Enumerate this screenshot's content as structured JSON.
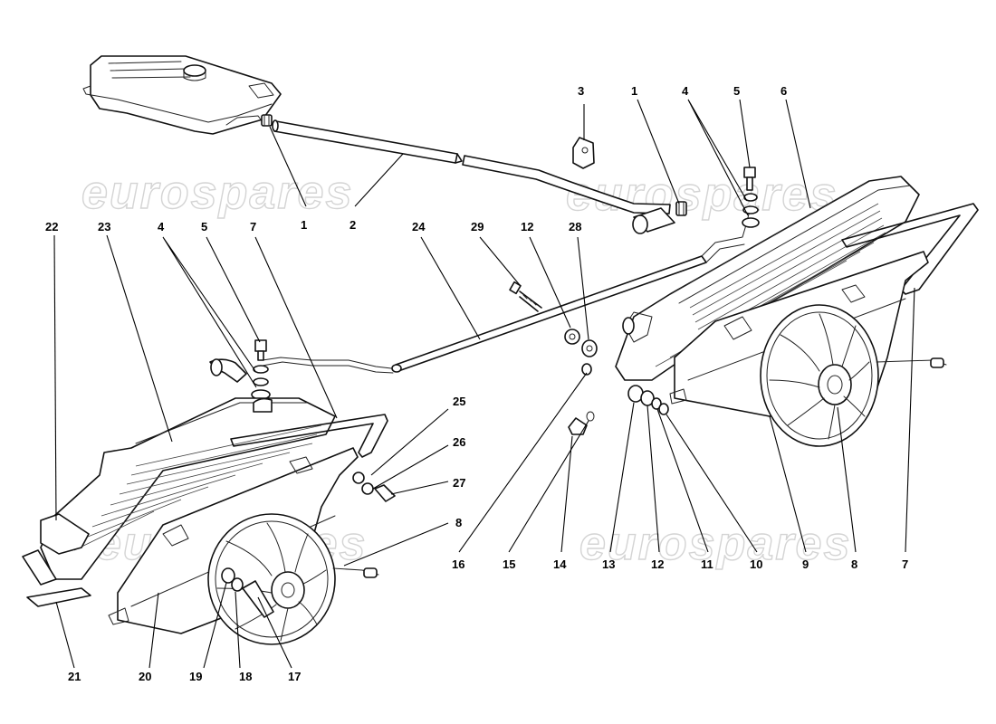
{
  "watermark": {
    "text_top_left": "eurospares",
    "text_top_right": "eurospares",
    "text_bottom_left": "eurospares",
    "text_bottom_right": "eurospares"
  },
  "callouts": {
    "tl_1": "1",
    "tl_2": "2",
    "tr_3": "3",
    "tr_1": "1",
    "tr_4": "4",
    "tr_5": "5",
    "tr_6": "6",
    "l_22": "22",
    "l_23": "23",
    "l_4": "4",
    "l_5": "5",
    "l_7": "7",
    "m_24": "24",
    "m_29": "29",
    "m_12": "12",
    "m_28": "28",
    "m_25": "25",
    "m_26": "26",
    "m_27": "27",
    "m_8": "8",
    "b_21": "21",
    "b_20": "20",
    "b_19": "19",
    "b_18": "18",
    "b_17": "17",
    "b_16": "16",
    "b_15": "15",
    "b_14": "14",
    "b_13": "13",
    "b_12": "12",
    "b_11": "11",
    "b_10": "10",
    "b_9": "9",
    "b_8": "8",
    "b_7": "7"
  }
}
